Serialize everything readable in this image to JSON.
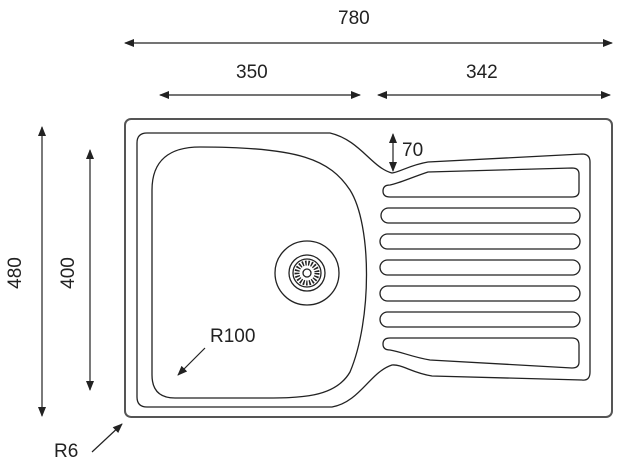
{
  "dimensions": {
    "overall_width": "780",
    "bowl_width": "350",
    "drainer_width": "342",
    "overall_depth": "480",
    "bowl_depth": "400",
    "edge_gap": "70",
    "bowl_radius": "R100",
    "corner_radius": "R6"
  },
  "colors": {
    "line": "#222222",
    "frame": "#555555"
  }
}
